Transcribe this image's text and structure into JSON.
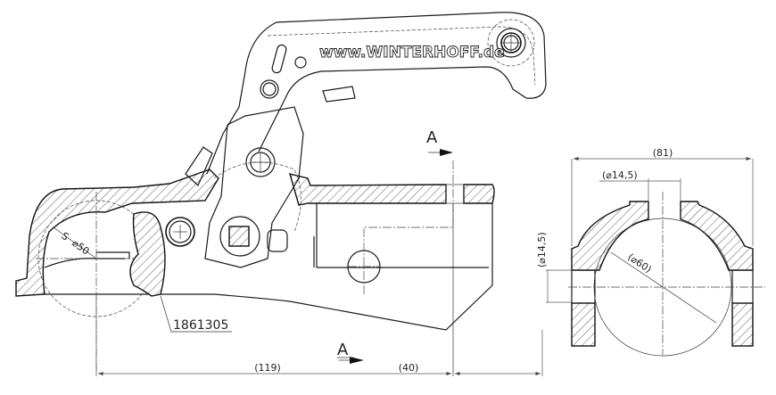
{
  "drawing": {
    "brand_text": "www.WINTERHOFF.de",
    "part_number": "1861305",
    "section_marker": "A",
    "ball_radius_label": "S",
    "ball_diameter_label": "⌀50",
    "dimensions": {
      "length_to_section": "(119)",
      "length_after_section": "(40)",
      "section_width": "(81)",
      "top_hole_diameter": "(⌀14,5)",
      "side_hole_diameter": "(⌀14,5)",
      "ball_cup_diameter": "(⌀60)"
    }
  },
  "colors": {
    "line": "#1a1a1a",
    "background": "#ffffff"
  }
}
